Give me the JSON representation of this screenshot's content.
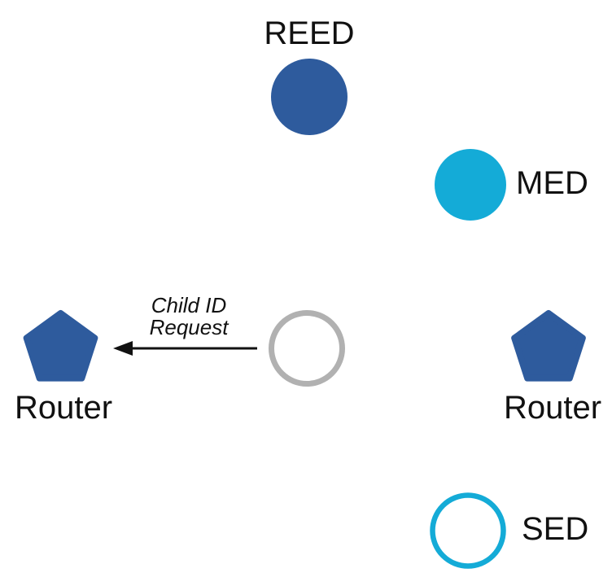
{
  "diagram": {
    "nodes": {
      "reed": {
        "label": "REED"
      },
      "med": {
        "label": "MED"
      },
      "router_left": {
        "label": "Router"
      },
      "router_right": {
        "label": "Router"
      },
      "sed": {
        "label": "SED"
      }
    },
    "message": {
      "line1": "Child ID",
      "line2": "Request"
    }
  },
  "colors": {
    "router_blue": "#2E5B9D",
    "cyan": "#14ABD7",
    "gray": "#B1B1B1",
    "black": "#111111",
    "white": "#FFFFFF"
  }
}
